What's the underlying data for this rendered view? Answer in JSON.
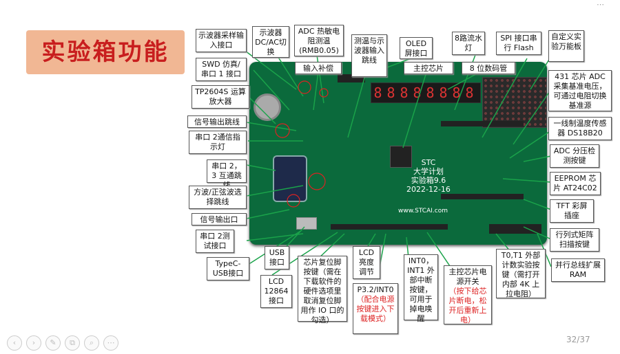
{
  "slide": {
    "title": "实验箱功能",
    "page": "32/37",
    "top_icon": "⋯"
  },
  "board": {
    "seg_digits": [
      "8",
      "8",
      "8",
      "8",
      "8",
      "8",
      "8",
      "8"
    ],
    "text_line1": "STC",
    "text_line2": "大学计划",
    "text_line3": "实验箱9.6",
    "text_line4": "2022-12-16",
    "url": "www.STCAI.com"
  },
  "labels": {
    "l1": "示波器采样输入接口",
    "l2": "示波器DC/AC切换",
    "l3": "ADC 热敏电阻测温(RMB0.05)",
    "l4": "测温与示波器输入跳线",
    "l5": "OLED屏接口",
    "l6": "8路流水灯",
    "l7": "SPI 接口串行 Flash",
    "l8": "自定义实验万能板",
    "l9": "输入补偿",
    "l10": "主控芯片",
    "l11": "8 位数码管",
    "l12": "SWD 仿真/串口 1 接口",
    "l13": "TP2604S 运算放大器",
    "l14": "431 芯片 ADC 采集基准电压，可通过电阻切换基准源",
    "l15": "信号输出跳线",
    "l16": "串口 2通信指示灯",
    "l17": "一线制温度传感器 DS18B20",
    "l18": "串口 2，3 互通跳线",
    "l19": "ADC 分压检测按键",
    "l20": "方波/正弦波选择跳线",
    "l21": "EEPROM 芯片 AT24C02",
    "l22": "信号输出口",
    "l23": "TFT 彩屏插座",
    "l24": "串口 2测试接口",
    "l25": "行列式矩阵扫描按键",
    "l26": "USB接口",
    "l27": "TypeC-USB接口",
    "l28": "LCD 12864 接口",
    "l29": "芯片复位脚按键（需在下载软件的硬件选项里取消复位脚用作 IO 口的勾选）",
    "l30": "LCD 亮度调节",
    "l31a": "P3.2/INT0",
    "l31b": "（配合电源按键进入下载模式）",
    "l32": "INT0，INT1 外部中断按键，可用于掉电唤醒",
    "l33a": "主控芯片电源开关",
    "l33b": "（按下给芯片断电，松开后重新上电）",
    "l34": "T0,T1 外部计数实验按键（需打开内部 4K 上拉电阻）",
    "l35": "并行总线扩展 RAM"
  },
  "footer": {
    "icons": [
      "prev-icon",
      "next-icon",
      "pen-icon",
      "copy-icon",
      "zoom-icon",
      "more-icon"
    ],
    "glyphs": [
      "‹",
      "›",
      "✎",
      "⧉",
      "⌕",
      "⋯"
    ]
  },
  "colors": {
    "title_bg": "#f1b794",
    "title_text": "#c81e1e",
    "board": "#0b6a3c",
    "pointer": "#1aa34a"
  }
}
